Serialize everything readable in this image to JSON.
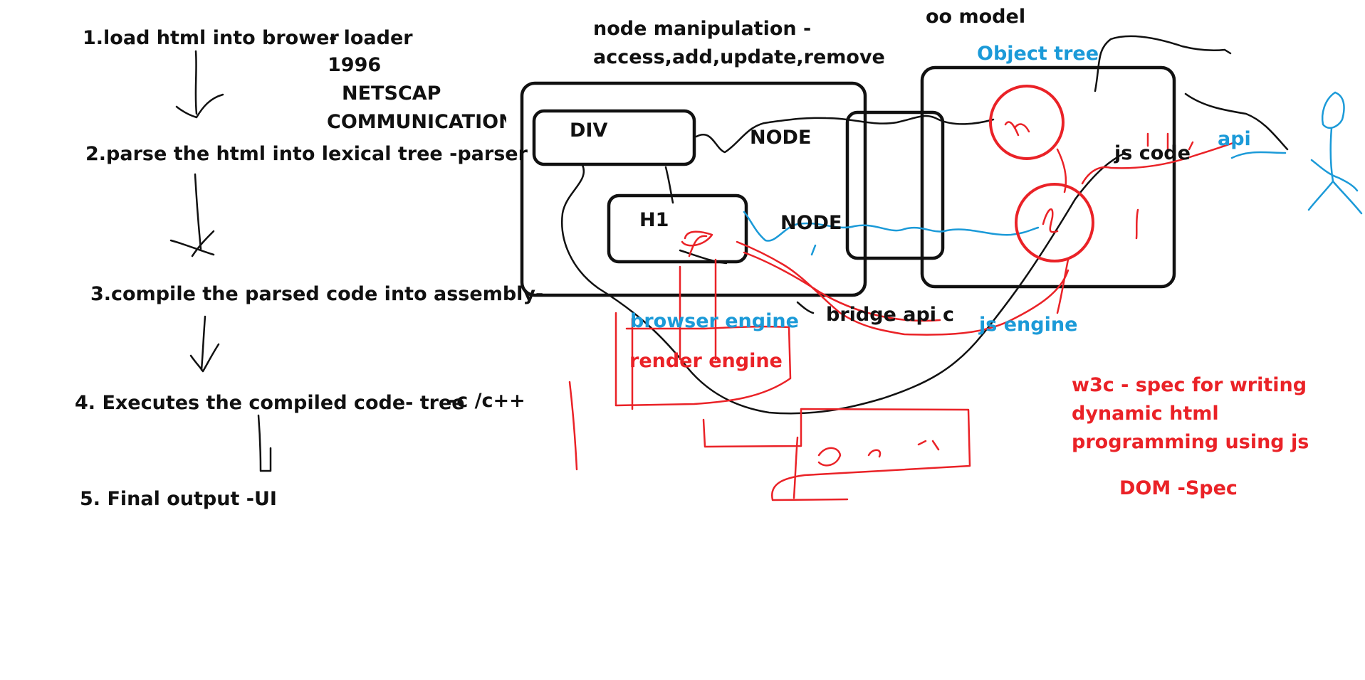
{
  "steps": {
    "s1": "1.load html into brower",
    "s1_suffix": "- loader",
    "year": "1996",
    "company_line1": "NETSCAP",
    "company_line2": "COMMUNICATION",
    "s2": "2.parse the html into lexical tree -parser",
    "s3": "3.compile the parsed code into assembly-",
    "s4": "4. Executes the compiled code- tree",
    "s4_lang": "-c /c++",
    "s5": "5. Final output -UI"
  },
  "diagram": {
    "node_manip_line1": "node manipulation -",
    "node_manip_line2": "access,add,update,remove",
    "oo_model": "oo model",
    "object_tree": "Object tree",
    "div_label": "DIV",
    "h1_label": "H1",
    "node_label_1": "NODE",
    "node_label_2": "NODE",
    "js_code": "js code",
    "api": "api",
    "browser_engine": "browser engine",
    "bridge_api": "bridge api",
    "bridge_c": "c",
    "js_engine": "js engine",
    "render_engine": "render engine"
  },
  "notes": {
    "w3c_line1": "w3c  - spec for writing",
    "w3c_line2": "dynamic html",
    "w3c_line3": "programming using js",
    "dom_spec": "DOM -Spec"
  },
  "colors": {
    "ink_black": "#111111",
    "ink_blue": "#1b9ad8",
    "ink_red": "#ea2227",
    "background": "#ffffff"
  }
}
